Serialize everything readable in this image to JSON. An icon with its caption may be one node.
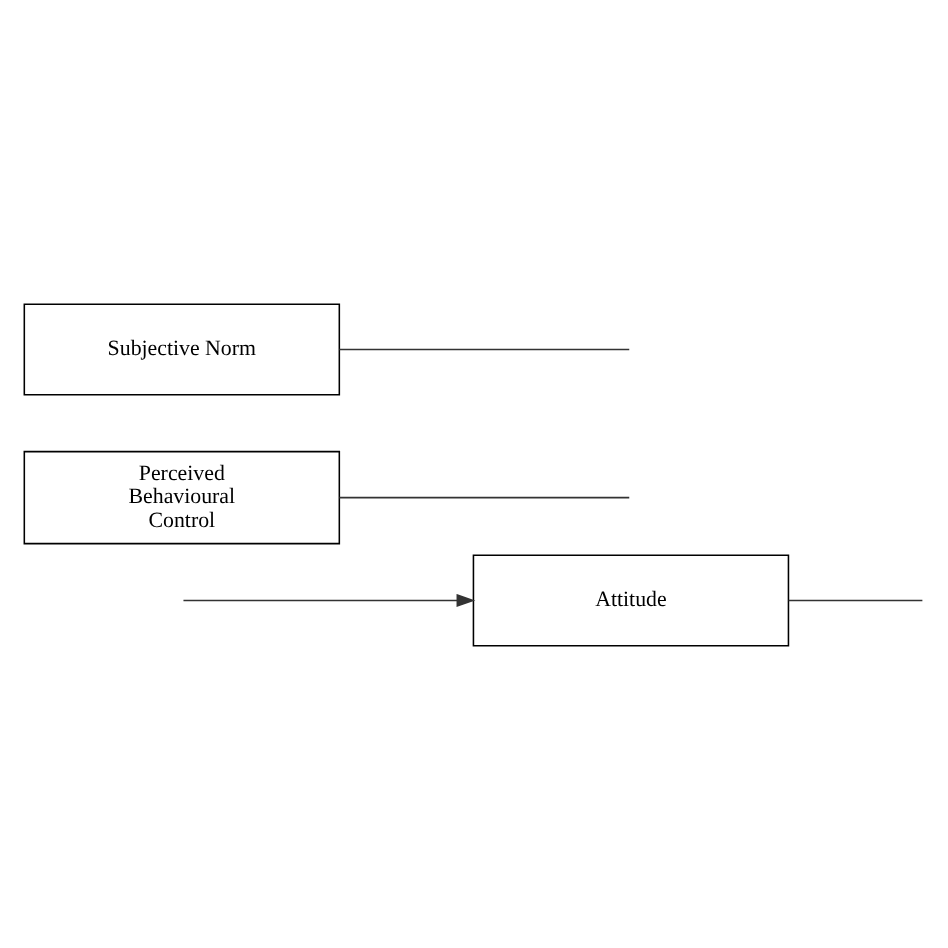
{
  "diagram": {
    "nodes": [
      {
        "text": [
          "Attitude"
        ]
      },
      {
        "text": [
          "Perceived Behavioural Control"
        ]
      },
      {
        "text": [
          "Subjective Norm"
        ]
      }
    ],
    "edges": [
      {
        "from": null,
        "to": 0,
        "arrow": "to"
      },
      {
        "from": 0,
        "to": null,
        "arrow": "none"
      },
      {
        "from": 1,
        "to": null,
        "arrow": "none"
      },
      {
        "from": 2,
        "to": null,
        "arrow": "none"
      }
    ]
  }
}
